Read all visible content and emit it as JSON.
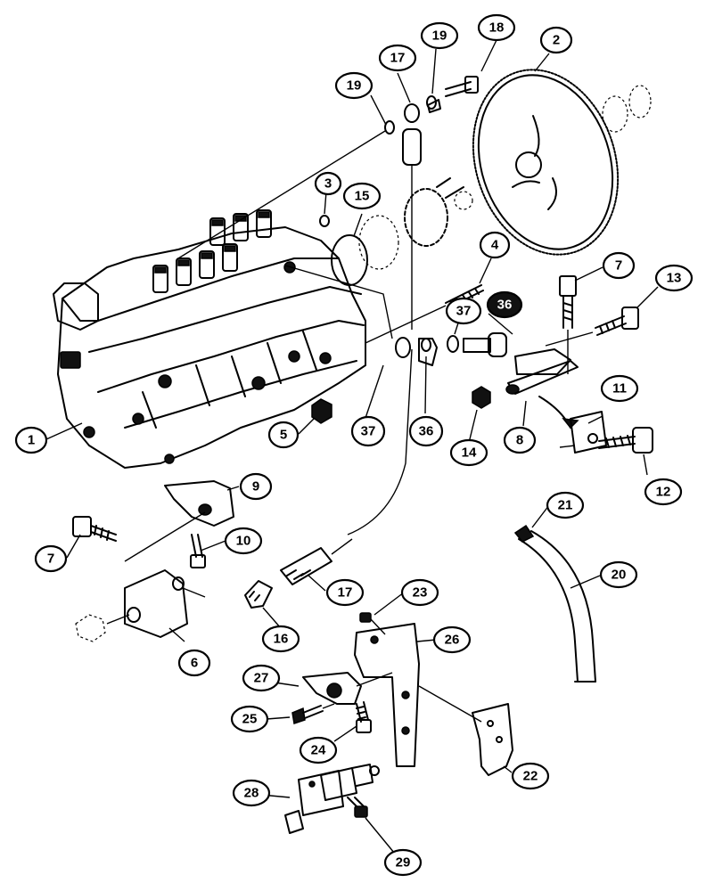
{
  "callouts": [
    {
      "id": "c1",
      "label": "1"
    },
    {
      "id": "c2",
      "label": "2"
    },
    {
      "id": "c3",
      "label": "3"
    },
    {
      "id": "c4",
      "label": "4"
    },
    {
      "id": "c5",
      "label": "5"
    },
    {
      "id": "c6",
      "label": "6"
    },
    {
      "id": "c7a",
      "label": "7"
    },
    {
      "id": "c7b",
      "label": "7"
    },
    {
      "id": "c8",
      "label": "8"
    },
    {
      "id": "c9",
      "label": "9"
    },
    {
      "id": "c10",
      "label": "10"
    },
    {
      "id": "c11",
      "label": "11"
    },
    {
      "id": "c12",
      "label": "12"
    },
    {
      "id": "c13",
      "label": "13"
    },
    {
      "id": "c14",
      "label": "14"
    },
    {
      "id": "c15",
      "label": "15"
    },
    {
      "id": "c16",
      "label": "16"
    },
    {
      "id": "c17a",
      "label": "17"
    },
    {
      "id": "c17b",
      "label": "17"
    },
    {
      "id": "c18",
      "label": "18"
    },
    {
      "id": "c19a",
      "label": "19"
    },
    {
      "id": "c19b",
      "label": "19"
    },
    {
      "id": "c20",
      "label": "20"
    },
    {
      "id": "c21",
      "label": "21"
    },
    {
      "id": "c22",
      "label": "22"
    },
    {
      "id": "c23",
      "label": "23"
    },
    {
      "id": "c24",
      "label": "24"
    },
    {
      "id": "c25",
      "label": "25"
    },
    {
      "id": "c26",
      "label": "26"
    },
    {
      "id": "c27",
      "label": "27"
    },
    {
      "id": "c28",
      "label": "28"
    },
    {
      "id": "c29",
      "label": "29"
    },
    {
      "id": "c36a",
      "label": "36"
    },
    {
      "id": "c36b",
      "label": "36"
    },
    {
      "id": "c37a",
      "label": "37"
    },
    {
      "id": "c37b",
      "label": "37"
    }
  ]
}
